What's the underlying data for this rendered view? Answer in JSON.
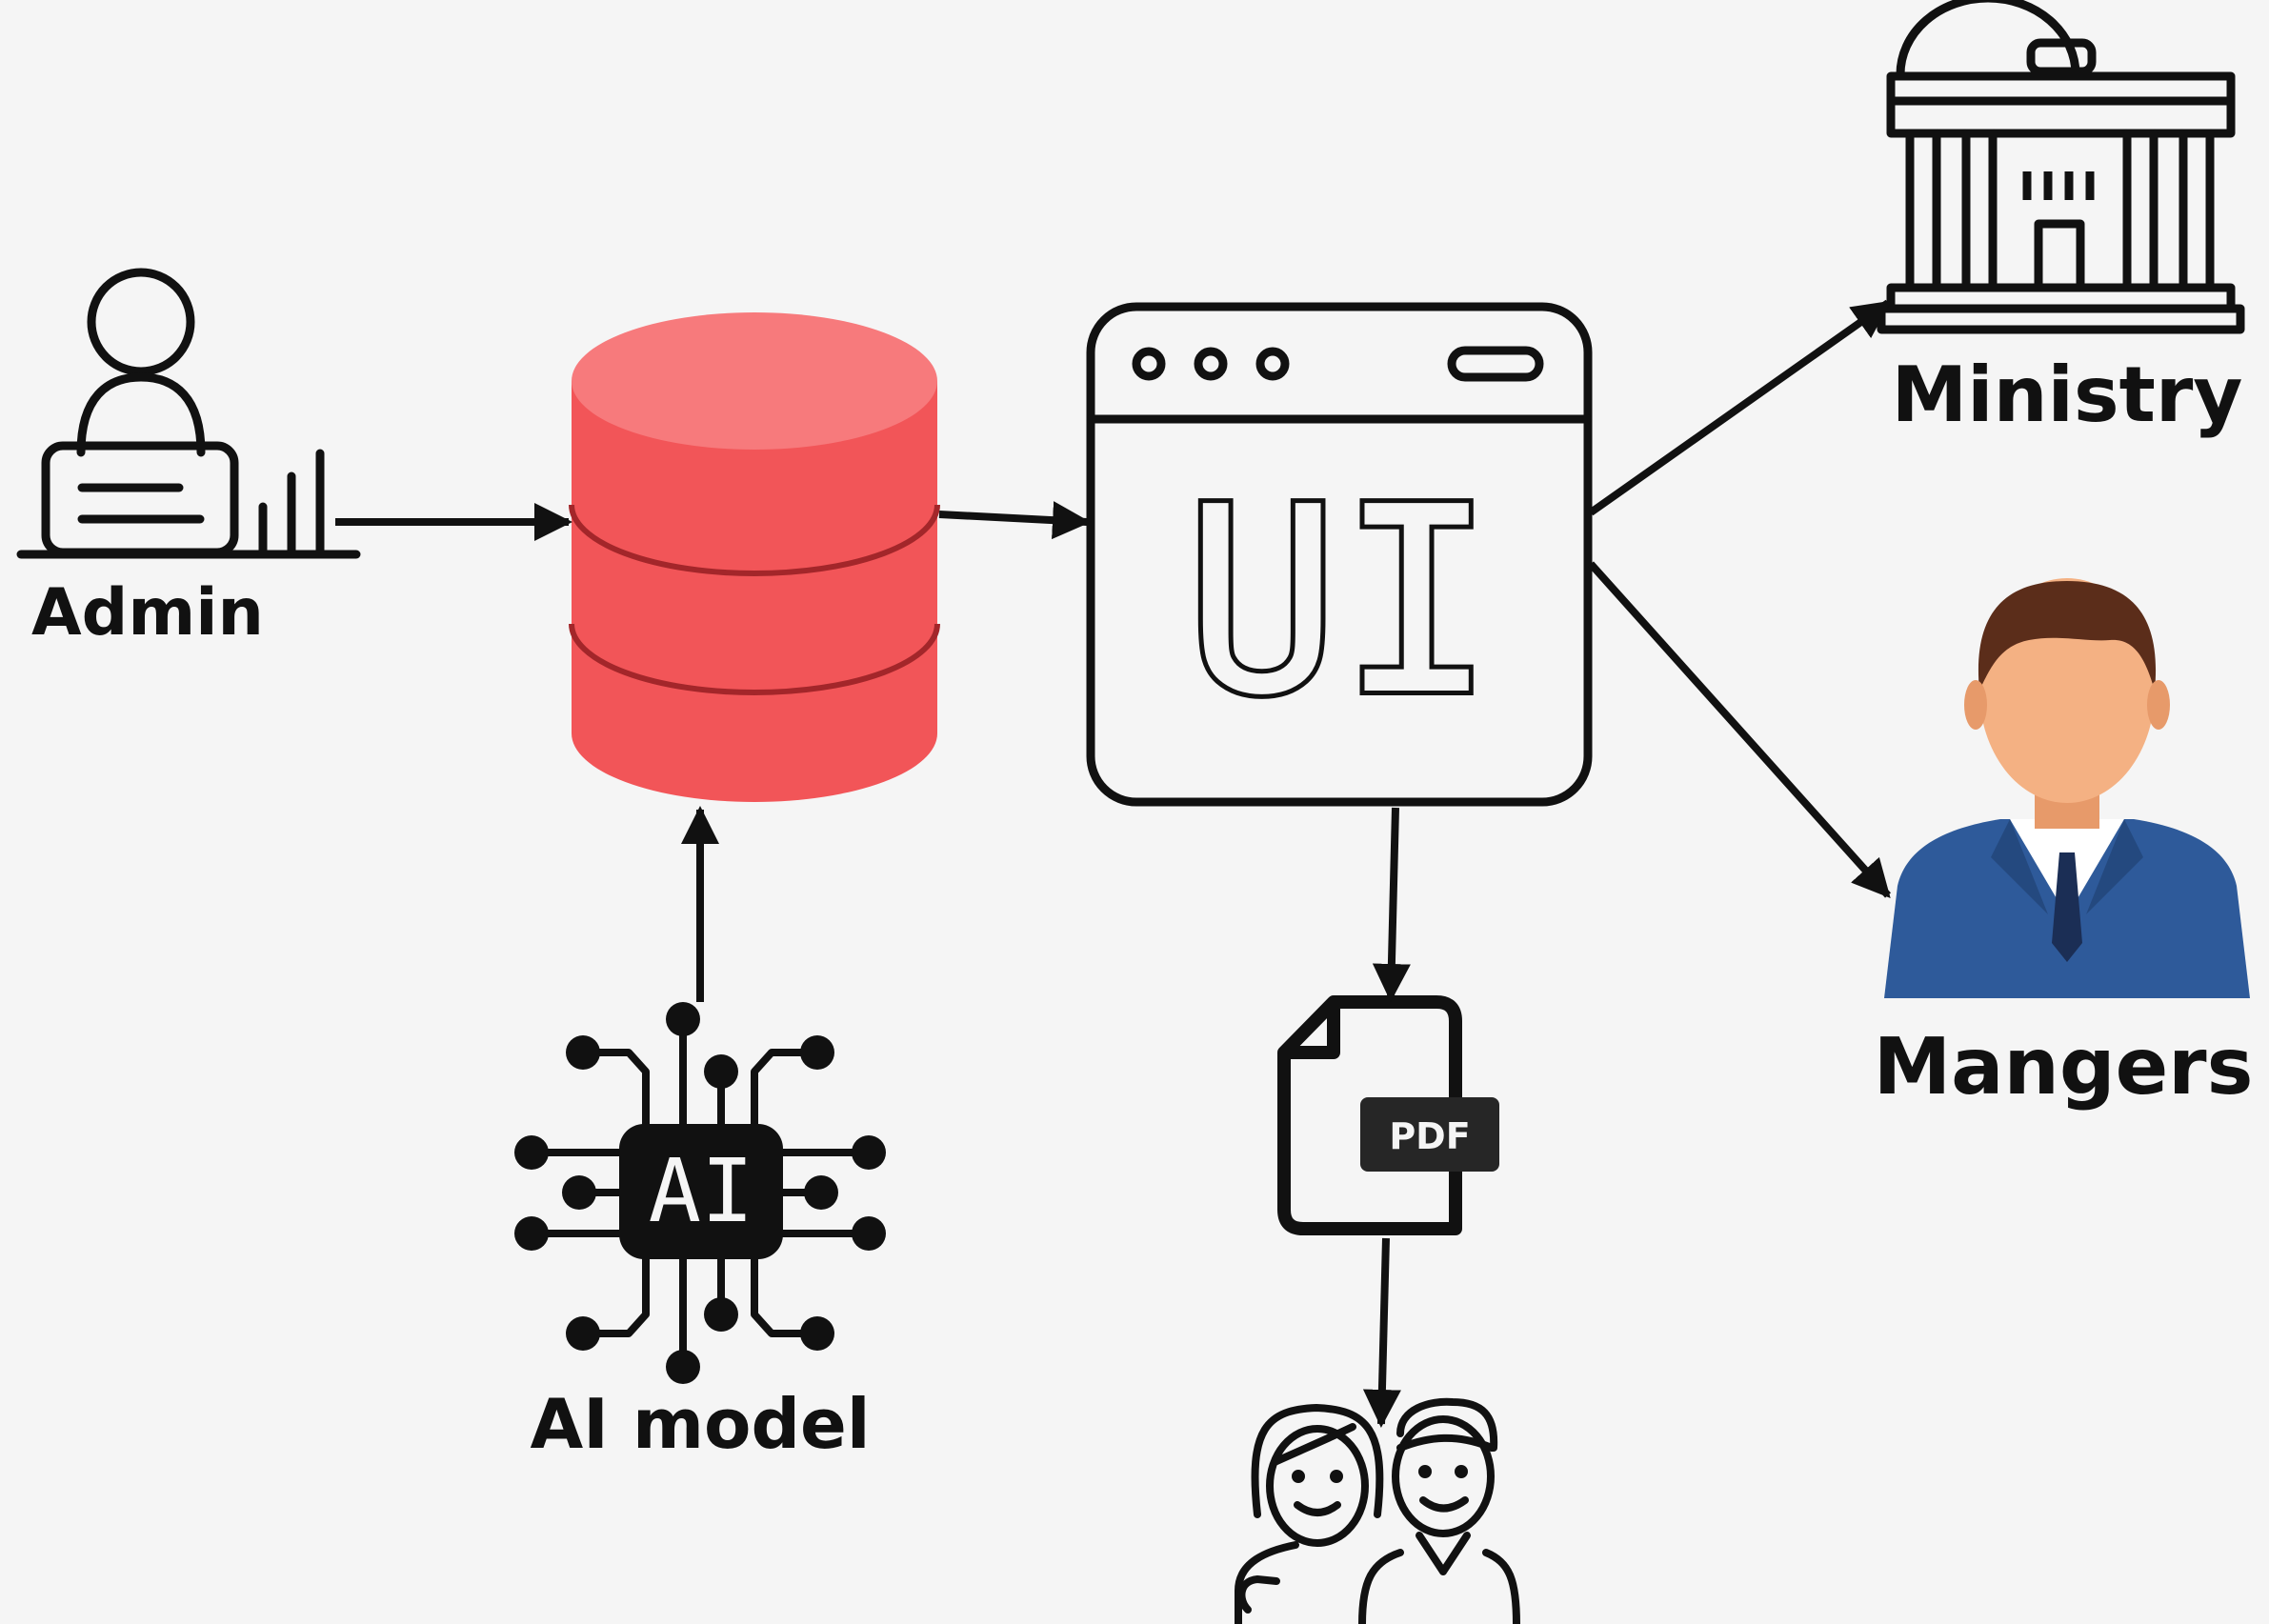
{
  "nodes": {
    "admin": {
      "label": "Admin",
      "icon": "admin-at-desk-icon"
    },
    "database": {
      "icon": "database-icon",
      "color": "#f25558",
      "top_color": "#f77a7c"
    },
    "ui": {
      "label": "UI",
      "icon": "browser-window-icon"
    },
    "ministry": {
      "label": "Ministry",
      "icon": "government-building-icon"
    },
    "managers": {
      "label": "Mangers",
      "icon": "businessman-avatar-icon",
      "suit_color": "#2e5a9a",
      "skin_color": "#f4b183",
      "hair_color": "#5b2d1a"
    },
    "ai_model": {
      "label": "AI model",
      "chip_text": "AI",
      "icon": "ai-chip-icon"
    },
    "pdf": {
      "badge": "PDF",
      "icon": "pdf-file-icon"
    },
    "users": {
      "icon": "people-icon"
    }
  },
  "edges": [
    {
      "from": "admin",
      "to": "database"
    },
    {
      "from": "ai_model",
      "to": "database"
    },
    {
      "from": "database",
      "to": "ui"
    },
    {
      "from": "ui",
      "to": "ministry"
    },
    {
      "from": "ui",
      "to": "managers"
    },
    {
      "from": "ui",
      "to": "pdf"
    },
    {
      "from": "pdf",
      "to": "users"
    }
  ],
  "colors": {
    "stroke": "#111111",
    "background": "#f5f5f5"
  }
}
